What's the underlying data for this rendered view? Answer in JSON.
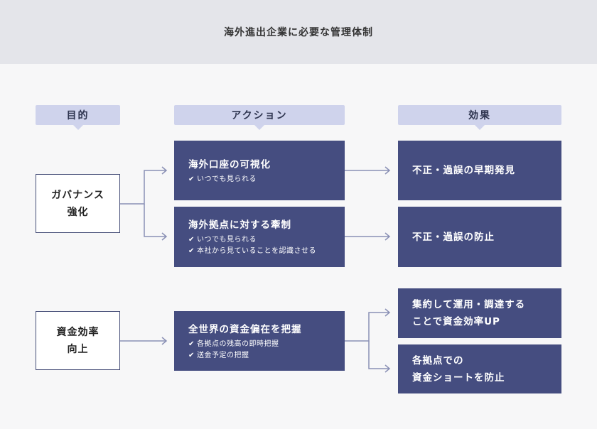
{
  "header": {
    "title": "海外進出企業に必要な管理体制"
  },
  "columns": {
    "purpose": "目的",
    "action": "アクション",
    "effect": "効果"
  },
  "purposes": [
    {
      "label": "ガバナンス\n強化"
    },
    {
      "label": "資金効率\n向上"
    }
  ],
  "actions": [
    {
      "title": "海外口座の可視化",
      "bullets": [
        "いつでも見られる"
      ]
    },
    {
      "title": "海外拠点に対する牽制",
      "bullets": [
        "いつでも見られる",
        "本社から見ていることを認識させる"
      ]
    },
    {
      "title": "全世界の資金偏在を把握",
      "bullets": [
        "各拠点の残高の即時把握",
        "送金予定の把握"
      ]
    }
  ],
  "effects": [
    {
      "label": "不正・過誤の早期発見"
    },
    {
      "label": "不正・過誤の防止"
    },
    {
      "label": "集約して運用・調達する\nことで資金効率UP"
    },
    {
      "label": "各拠点での\n資金ショートを防止"
    }
  ],
  "colors": {
    "box_fill": "#454d80",
    "label_fill": "#cfd3ec",
    "connector": "#8a90b5",
    "header_bg": "#e4e5ea"
  },
  "icons": {
    "bullet": "check-icon"
  }
}
